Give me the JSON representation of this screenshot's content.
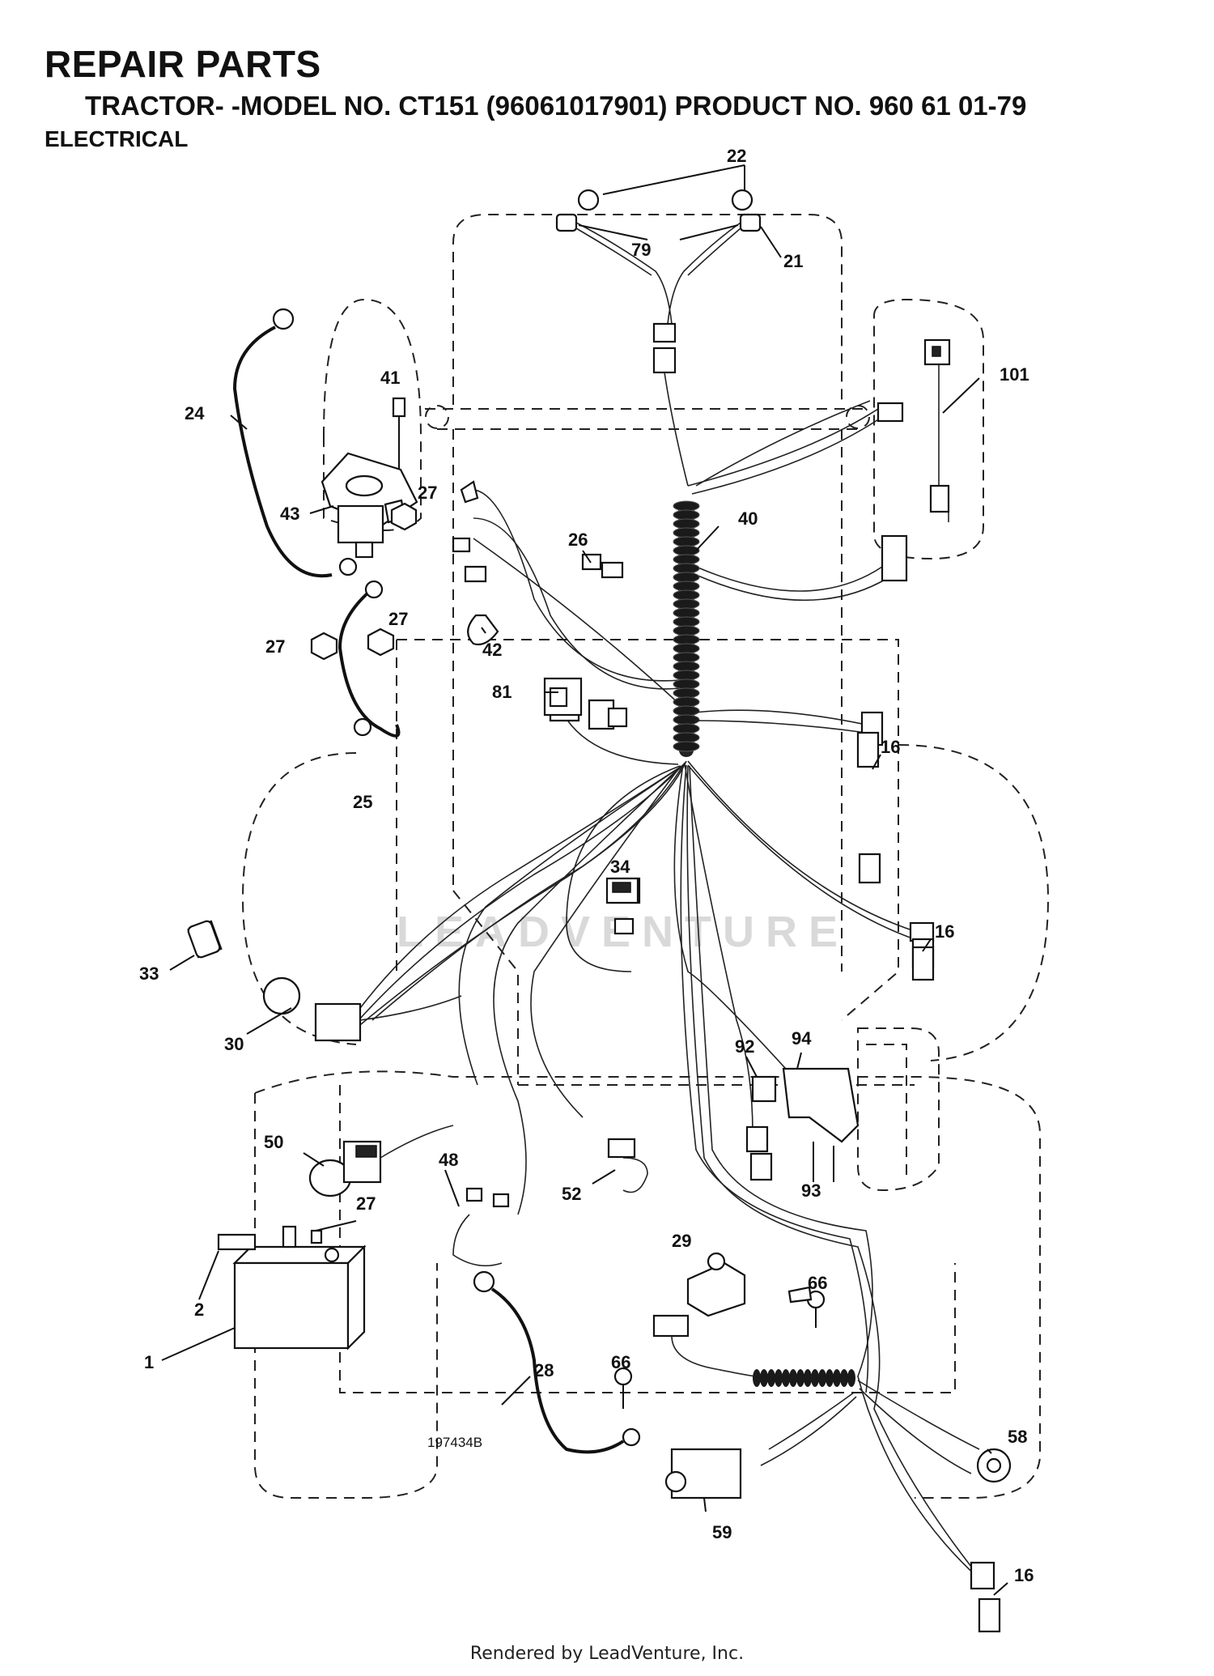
{
  "header": {
    "title": "REPAIR PARTS",
    "subtitle": "TRACTOR- -MODEL NO. CT151 (96061017901) PRODUCT NO. 960 61 01-79",
    "section": "ELECTRICAL"
  },
  "figure_number": "197434B",
  "watermark": "LEADVENTURE",
  "footer": "Rendered by LeadVenture, Inc.",
  "callouts": [
    {
      "id": "22a",
      "label": "22"
    },
    {
      "id": "79",
      "label": "79"
    },
    {
      "id": "21",
      "label": "21"
    },
    {
      "id": "101",
      "label": "101"
    },
    {
      "id": "41",
      "label": "41"
    },
    {
      "id": "24",
      "label": "24"
    },
    {
      "id": "43",
      "label": "43"
    },
    {
      "id": "27a",
      "label": "27"
    },
    {
      "id": "40",
      "label": "40"
    },
    {
      "id": "26",
      "label": "26"
    },
    {
      "id": "27b",
      "label": "27"
    },
    {
      "id": "27c",
      "label": "27"
    },
    {
      "id": "42",
      "label": "42"
    },
    {
      "id": "81",
      "label": "81"
    },
    {
      "id": "16a",
      "label": "16"
    },
    {
      "id": "25",
      "label": "25"
    },
    {
      "id": "34",
      "label": "34"
    },
    {
      "id": "16b",
      "label": "16"
    },
    {
      "id": "33",
      "label": "33"
    },
    {
      "id": "30",
      "label": "30"
    },
    {
      "id": "92",
      "label": "92"
    },
    {
      "id": "94",
      "label": "94"
    },
    {
      "id": "50",
      "label": "50"
    },
    {
      "id": "48",
      "label": "48"
    },
    {
      "id": "52",
      "label": "52"
    },
    {
      "id": "93",
      "label": "93"
    },
    {
      "id": "27d",
      "label": "27"
    },
    {
      "id": "29",
      "label": "29"
    },
    {
      "id": "66a",
      "label": "66"
    },
    {
      "id": "2",
      "label": "2"
    },
    {
      "id": "1",
      "label": "1"
    },
    {
      "id": "28",
      "label": "28"
    },
    {
      "id": "66b",
      "label": "66"
    },
    {
      "id": "58",
      "label": "58"
    },
    {
      "id": "59",
      "label": "59"
    },
    {
      "id": "16c",
      "label": "16"
    }
  ]
}
